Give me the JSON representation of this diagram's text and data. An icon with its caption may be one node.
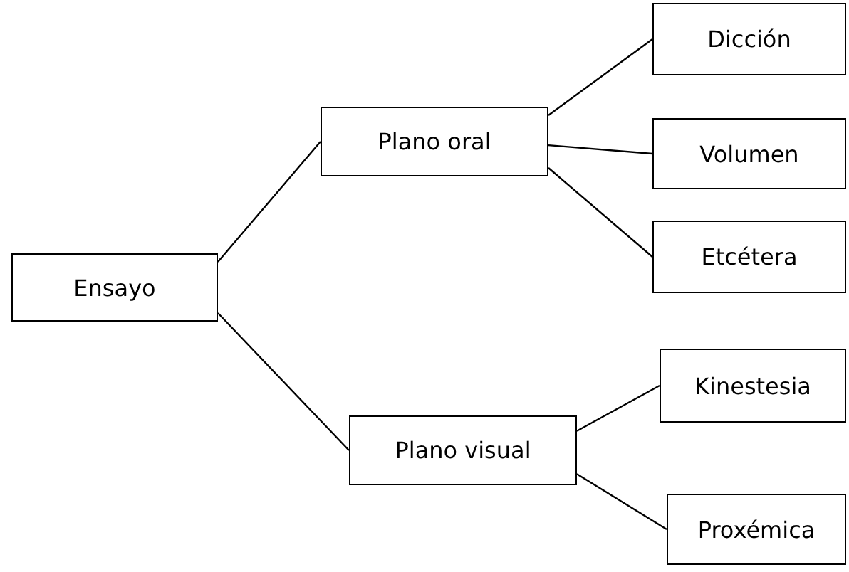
{
  "diagram": {
    "nodes": [
      {
        "text": [
          "Ensayo"
        ]
      },
      {
        "text": [
          "Plano oral"
        ]
      },
      {
        "text": [
          "Plano visual"
        ]
      },
      {
        "text": [
          "Dicción"
        ]
      },
      {
        "text": [
          "Volumen"
        ]
      },
      {
        "text": [
          "Etcétera"
        ]
      },
      {
        "text": [
          "Kinestesia"
        ]
      },
      {
        "text": [
          "Proxémica"
        ]
      }
    ],
    "edges": [
      {
        "from": 0,
        "to": 1,
        "arrow": "none"
      },
      {
        "from": 0,
        "to": 2,
        "arrow": "none"
      },
      {
        "from": 1,
        "to": 3,
        "arrow": "none"
      },
      {
        "from": 1,
        "to": 4,
        "arrow": "none"
      },
      {
        "from": 1,
        "to": 5,
        "arrow": "none"
      },
      {
        "from": 2,
        "to": 6,
        "arrow": "none"
      },
      {
        "from": 2,
        "to": 7,
        "arrow": "none"
      }
    ]
  }
}
